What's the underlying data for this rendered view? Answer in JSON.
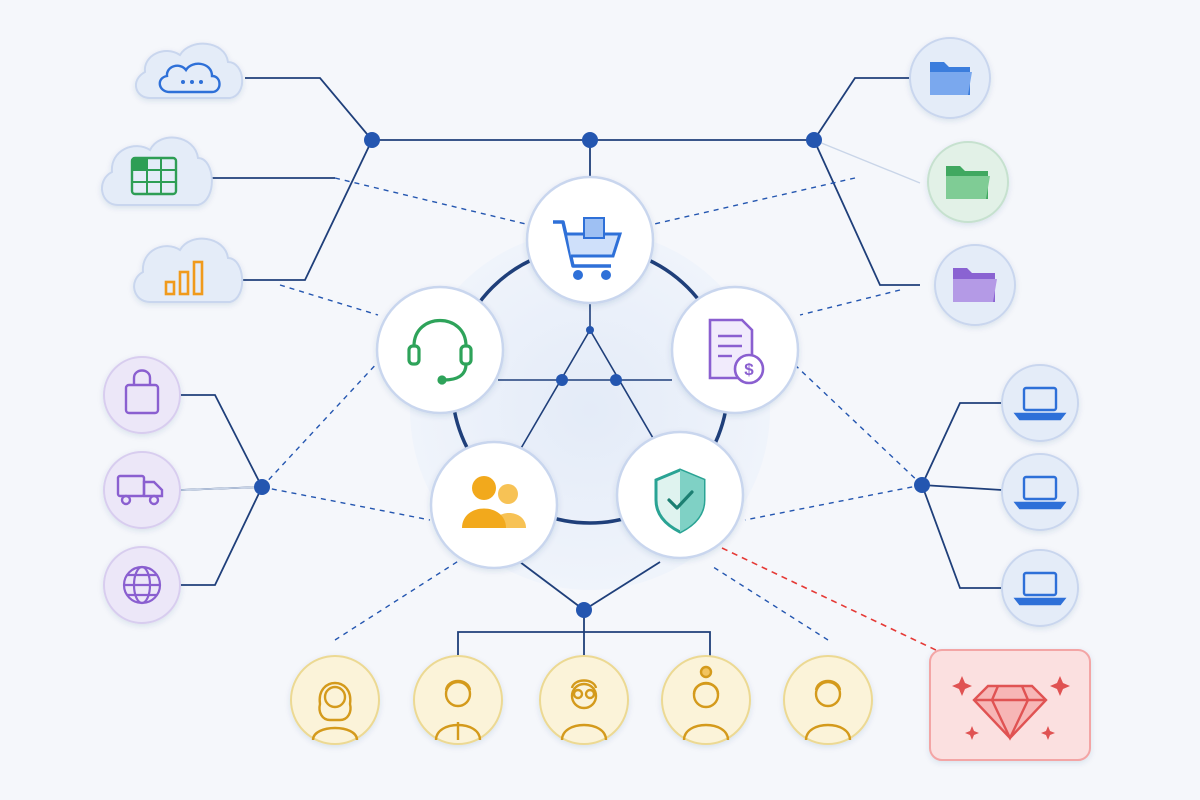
{
  "diagram": {
    "central_services": [
      {
        "id": "cart",
        "icon": "shopping-cart-icon"
      },
      {
        "id": "support",
        "icon": "headset-support-icon"
      },
      {
        "id": "invoice",
        "icon": "invoice-dollar-icon"
      },
      {
        "id": "team",
        "icon": "users-team-icon"
      },
      {
        "id": "security",
        "icon": "shield-check-icon"
      }
    ],
    "left_cloud_sources": [
      {
        "icon": "cloud-chat-icon"
      },
      {
        "icon": "cloud-spreadsheet-icon"
      },
      {
        "icon": "cloud-bar-chart-icon"
      }
    ],
    "left_channels": [
      {
        "icon": "shopping-bag-icon"
      },
      {
        "icon": "delivery-truck-icon"
      },
      {
        "icon": "globe-icon"
      }
    ],
    "right_folders": [
      {
        "icon": "folder-icon",
        "color": "#3b7ddd"
      },
      {
        "icon": "folder-icon",
        "color": "#3fa860"
      },
      {
        "icon": "folder-icon",
        "color": "#8a63d2"
      }
    ],
    "right_devices": [
      {
        "icon": "laptop-icon"
      },
      {
        "icon": "laptop-icon"
      },
      {
        "icon": "laptop-icon"
      }
    ],
    "users": [
      {
        "icon": "woman-avatar-icon"
      },
      {
        "icon": "man-avatar-icon"
      },
      {
        "icon": "man-glasses-avatar-icon"
      },
      {
        "icon": "woman-bun-avatar-icon"
      },
      {
        "icon": "man-avatar-icon"
      }
    ],
    "highlight": {
      "icon": "diamond-gem-icon"
    },
    "colors": {
      "line": "#1f3f7a",
      "node": "#2456b0",
      "highlight_line": "#e53935",
      "cloud_fill": "#e4ecf8",
      "channel_fill": "#ece7f8",
      "device_fill": "#e4ecf8",
      "user_fill": "#fbf3d9",
      "highlight_fill": "#fbe0e0"
    }
  }
}
